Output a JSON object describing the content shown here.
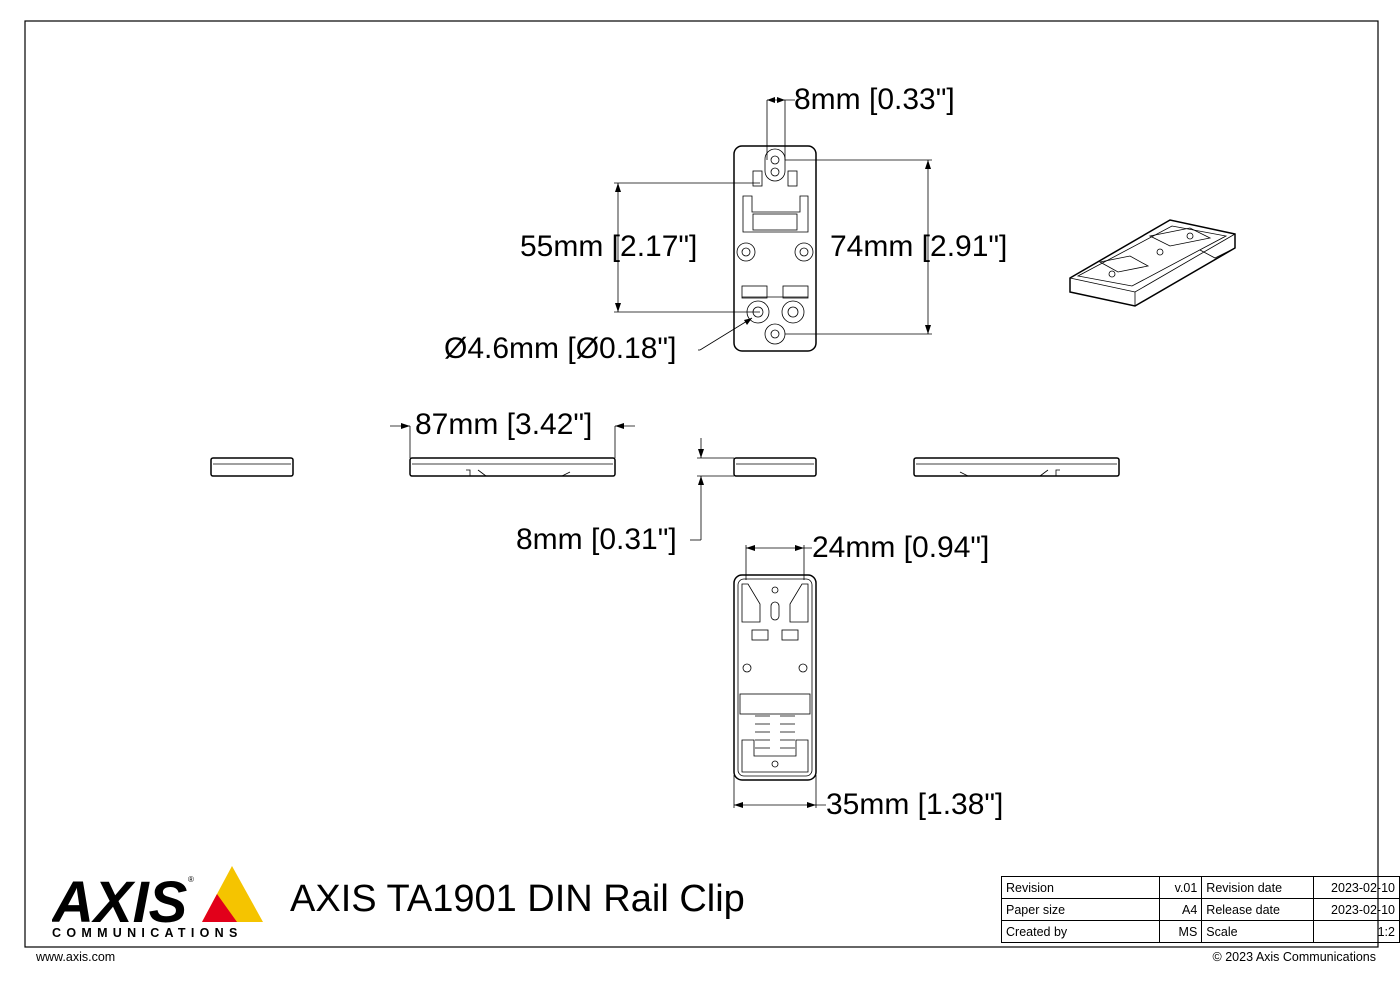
{
  "title": "AXIS TA1901 DIN Rail Clip",
  "logo": {
    "brand": "AXIS",
    "subtitle": "COMMUNICATIONS"
  },
  "dimensions": {
    "hole_spacing": "8mm [0.33\"]",
    "inner_height": "55mm [2.17\"]",
    "total_height": "74mm [2.91\"]",
    "hole_diameter": "Ø4.6mm [Ø0.18\"]",
    "length": "87mm [3.42\"]",
    "thickness": "8mm [0.31\"]",
    "inner_width": "24mm [0.94\"]",
    "total_width": "35mm [1.38\"]"
  },
  "title_block": {
    "rows": [
      {
        "label": "Revision",
        "value": "v.01",
        "label2": "Revision date",
        "value2": "2023-02-10"
      },
      {
        "label": "Paper size",
        "value": "A4",
        "label2": "Release date",
        "value2": "2023-02-10"
      },
      {
        "label": "Created by",
        "value": "MS",
        "label2": "Scale",
        "value2": "1:2"
      }
    ]
  },
  "footer": {
    "website": "www.axis.com",
    "copyright": "© 2023 Axis Communications"
  },
  "colors": {
    "accent_yellow": "#f5c400",
    "accent_red": "#e2001a",
    "line": "#000000"
  }
}
